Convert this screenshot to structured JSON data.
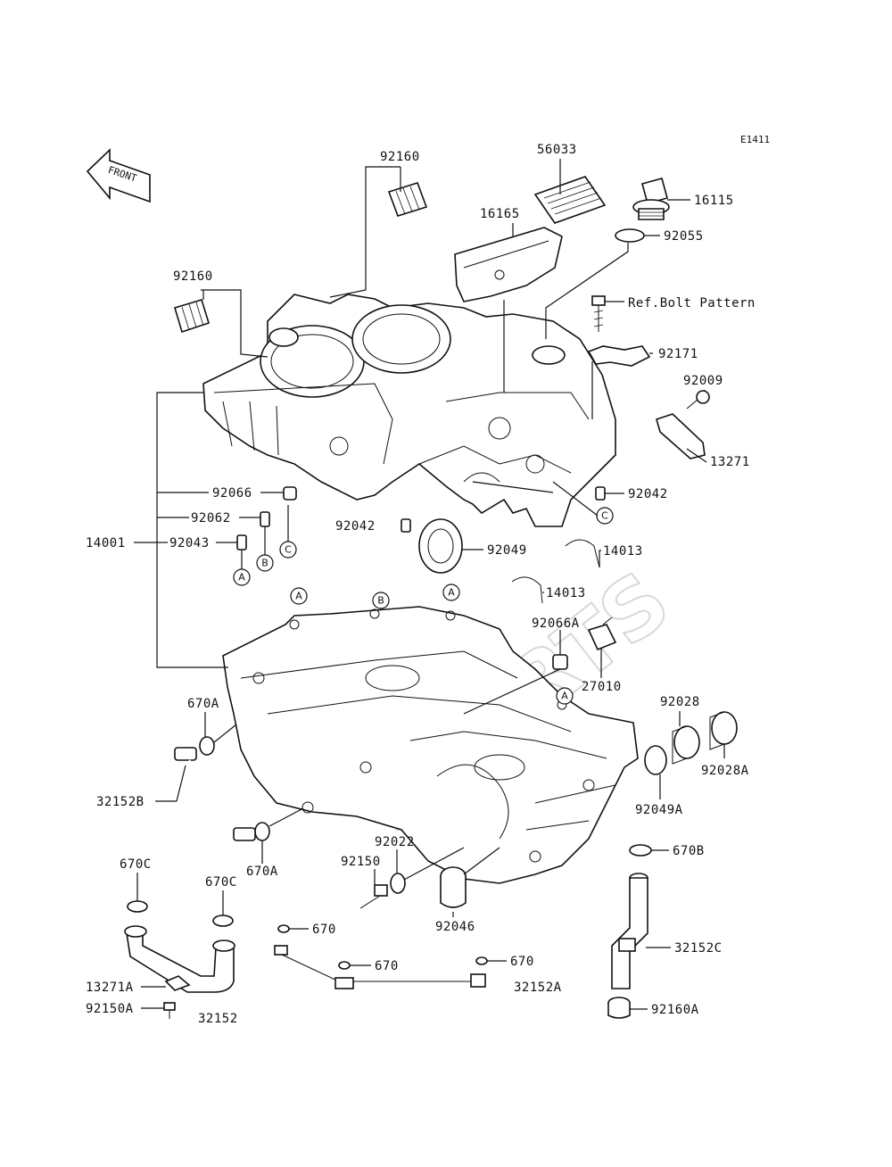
{
  "diagram_code": "E1411",
  "front_label": "FRONT",
  "watermark": "XPARTS",
  "ref_bolt_pattern": "Ref.Bolt Pattern",
  "ref_circles": {
    "a": "A",
    "b": "B",
    "c": "C"
  },
  "parts": {
    "p92160_top": "92160",
    "p92160_left": "92160",
    "p56033": "56033",
    "p16165": "16165",
    "p16115": "16115",
    "p92055": "92055",
    "p92171": "92171",
    "p92009": "92009",
    "p13271": "13271",
    "p92042_right": "92042",
    "p92042_mid": "92042",
    "p92066": "92066",
    "p92062": "92062",
    "p92043": "92043",
    "p14001": "14001",
    "p92049": "92049",
    "p14013_a": "14013",
    "p14013_b": "14013",
    "p92066A": "92066A",
    "p27010": "27010",
    "p92028": "92028",
    "p92028A": "92028A",
    "p92049A": "92049A",
    "p670A_top": "670A",
    "p670A_bot": "670A",
    "p32152B": "32152B",
    "p92022": "92022",
    "p92150": "92150",
    "p92046": "92046",
    "p670B": "670B",
    "p32152C": "32152C",
    "p92160A": "92160A",
    "p670C_a": "670C",
    "p670C_b": "670C",
    "p670_a": "670",
    "p670_b": "670",
    "p670_c": "670",
    "p32152A": "32152A",
    "p13271A": "13271A",
    "p92150A": "92150A",
    "p32152": "32152"
  }
}
